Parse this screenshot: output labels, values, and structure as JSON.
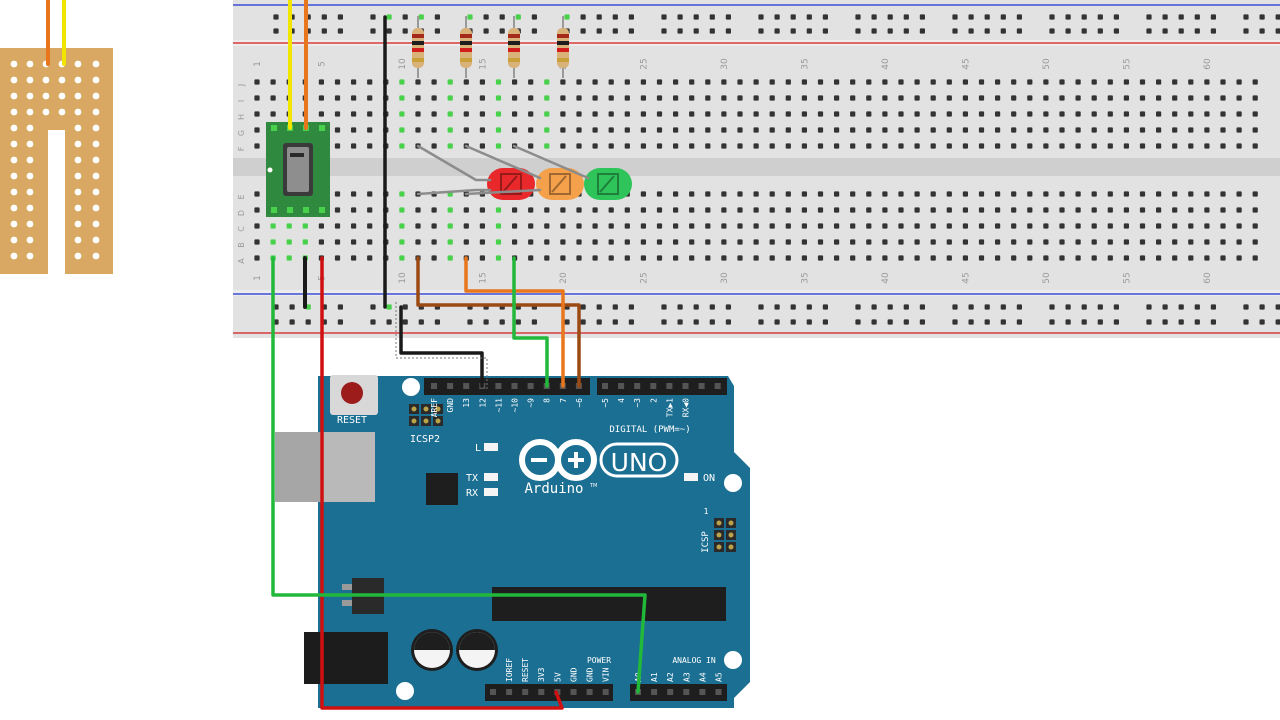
{
  "breadboard": {
    "column_numbers": [
      "1",
      "5",
      "10",
      "15",
      "20",
      "25",
      "30",
      "35",
      "40",
      "45",
      "50",
      "55",
      "60"
    ],
    "row_letters_top": [
      "J",
      "I",
      "H",
      "G",
      "F"
    ],
    "row_letters_bottom": [
      "E",
      "D",
      "C",
      "B",
      "A"
    ]
  },
  "arduino": {
    "reset_label": "RESET",
    "icsp2_label": "ICSP2",
    "icsp_label": "ICSP",
    "icsp_pin1": "1",
    "digital_label": "DIGITAL (PWM=~)",
    "digital_pins": [
      "AREF",
      "GND",
      "13",
      "12",
      "~11",
      "~10",
      "~9",
      "8",
      "7",
      "~6",
      "~5",
      "4",
      "~3",
      "2",
      "TX▶1",
      "RX◀0"
    ],
    "led_l": "L",
    "led_tx": "TX",
    "led_rx": "RX",
    "on_label": "ON",
    "uno_label": "UNO",
    "brand": "Arduino",
    "tm": "TM",
    "power_label": "POWER",
    "power_pins": [
      "IOREF",
      "RESET",
      "3V3",
      "5V",
      "GND",
      "GND",
      "VIN"
    ],
    "analog_label": "ANALOG IN",
    "analog_pins": [
      "A0",
      "A1",
      "A2",
      "A3",
      "A4",
      "A5"
    ]
  },
  "components": {
    "leds": [
      {
        "color": "red",
        "fill": "#e8282a"
      },
      {
        "color": "orange",
        "fill": "#f5a04a"
      },
      {
        "color": "green",
        "fill": "#2fc45a"
      }
    ],
    "resistor_count": 4
  },
  "wire_colors": {
    "yellow": "#f2e600",
    "orange": "#e8761c",
    "black": "#1a1a1a",
    "red": "#d01010",
    "green": "#22b83a",
    "brown": "#9c4a14",
    "gray": "#8c8c8c"
  },
  "colors": {
    "board_blue": "#1b6f92",
    "breadboard": "#dcdcdc",
    "perfboard": "#d9a863",
    "sensor_green": "#2f8a3f"
  }
}
